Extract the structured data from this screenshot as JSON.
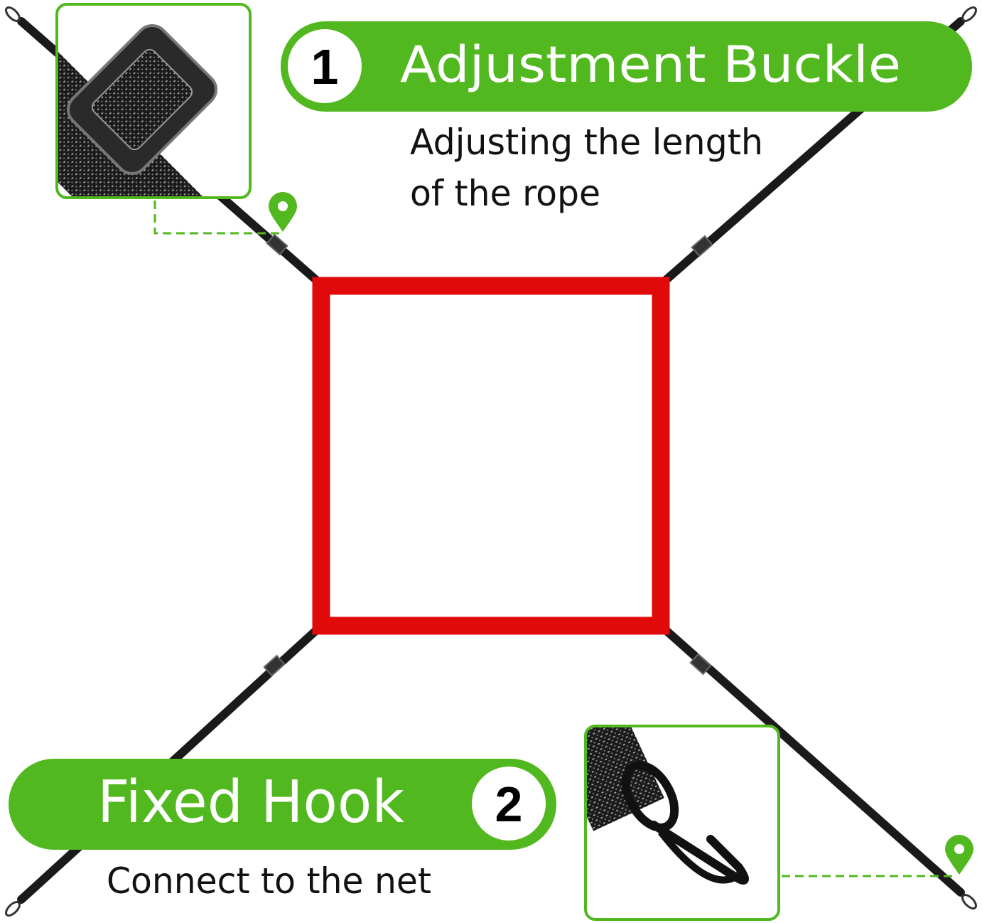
{
  "colors": {
    "green": "#52b81f",
    "red": "#e00a0a",
    "strap": "#1a1a1a"
  },
  "callout_1": {
    "number": "1",
    "title": "Adjustment Buckle",
    "description_line1": "Adjusting the length",
    "description_line2": "of the rope"
  },
  "callout_2": {
    "number": "2",
    "title": "Fixed Hook",
    "description": "Connect to the net"
  }
}
